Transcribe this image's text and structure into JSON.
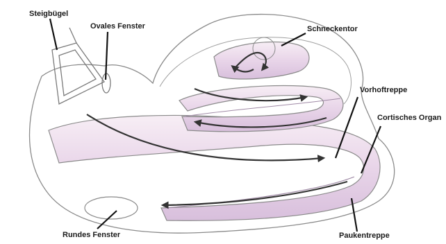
{
  "labels": {
    "steigbuegel": "Steigbügel",
    "ovales_fenster": "Ovales Fenster",
    "schneckentor": "Schneckentor",
    "vorhoftreppe": "Vorhoftreppe",
    "cortisches_organ": "Cortisches Organ",
    "rundes_fenster": "Rundes Fenster",
    "paukentreppe": "Paukentreppe"
  },
  "colors": {
    "outline": "#8a8a8a",
    "canal_fill": "#e8d6ea",
    "canal_highlight": "#f7eef5",
    "arrow": "#333333",
    "leader": "#111111",
    "text": "#1a1a1a"
  }
}
